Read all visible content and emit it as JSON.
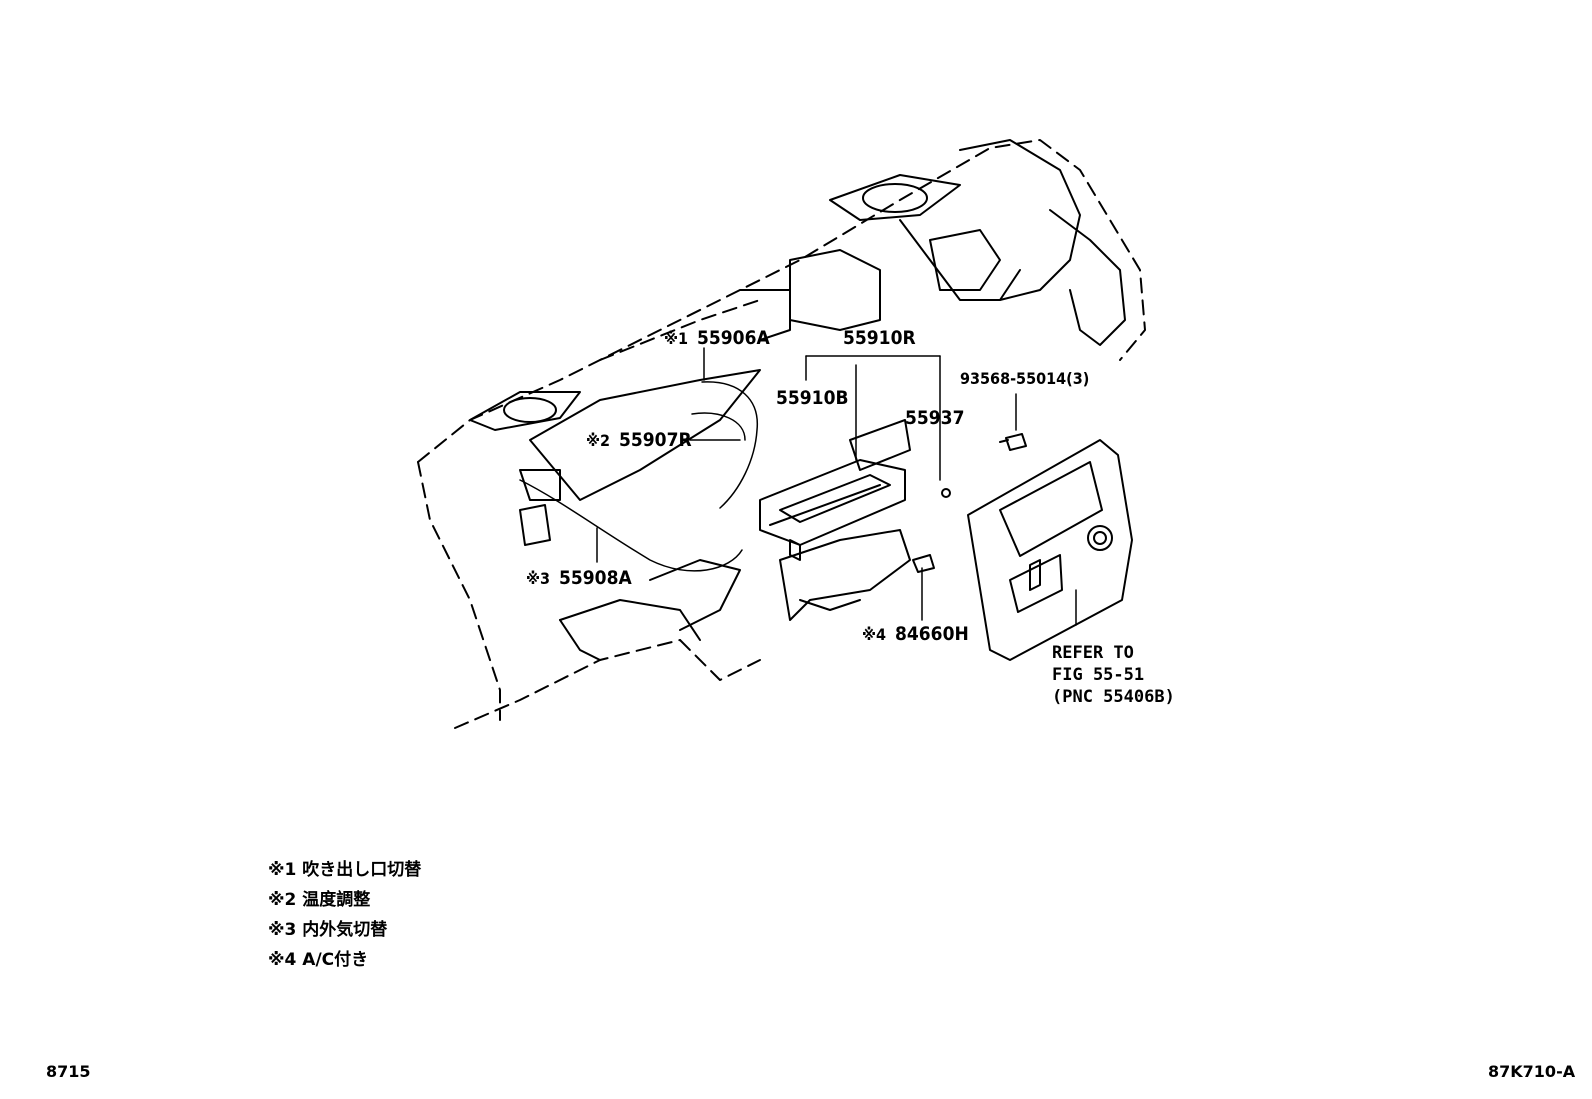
{
  "callouts": {
    "p55906a": {
      "mark": "※1",
      "part": "55906A"
    },
    "p55910r": {
      "part": "55910R"
    },
    "p55910b": {
      "part": "55910B"
    },
    "p55937": {
      "part": "55937"
    },
    "p55907r": {
      "mark": "※2",
      "part": "55907R"
    },
    "p55908a": {
      "mark": "※3",
      "part": "55908A"
    },
    "p84660h": {
      "mark": "※4",
      "part": "84660H"
    },
    "p93568": {
      "part": "93568-55014(3)"
    }
  },
  "refer": {
    "line1": "REFER TO",
    "line2": "FIG 55-51",
    "line3": "(PNC 55406B)"
  },
  "legend": [
    {
      "mark": "※1",
      "text": "吹き出し口切替"
    },
    {
      "mark": "※2",
      "text": "温度調整"
    },
    {
      "mark": "※3",
      "text": "内外気切替"
    },
    {
      "mark": "※4",
      "text": "A/C付き"
    }
  ],
  "page_number": "8715",
  "illustration_id": "87K710-A"
}
